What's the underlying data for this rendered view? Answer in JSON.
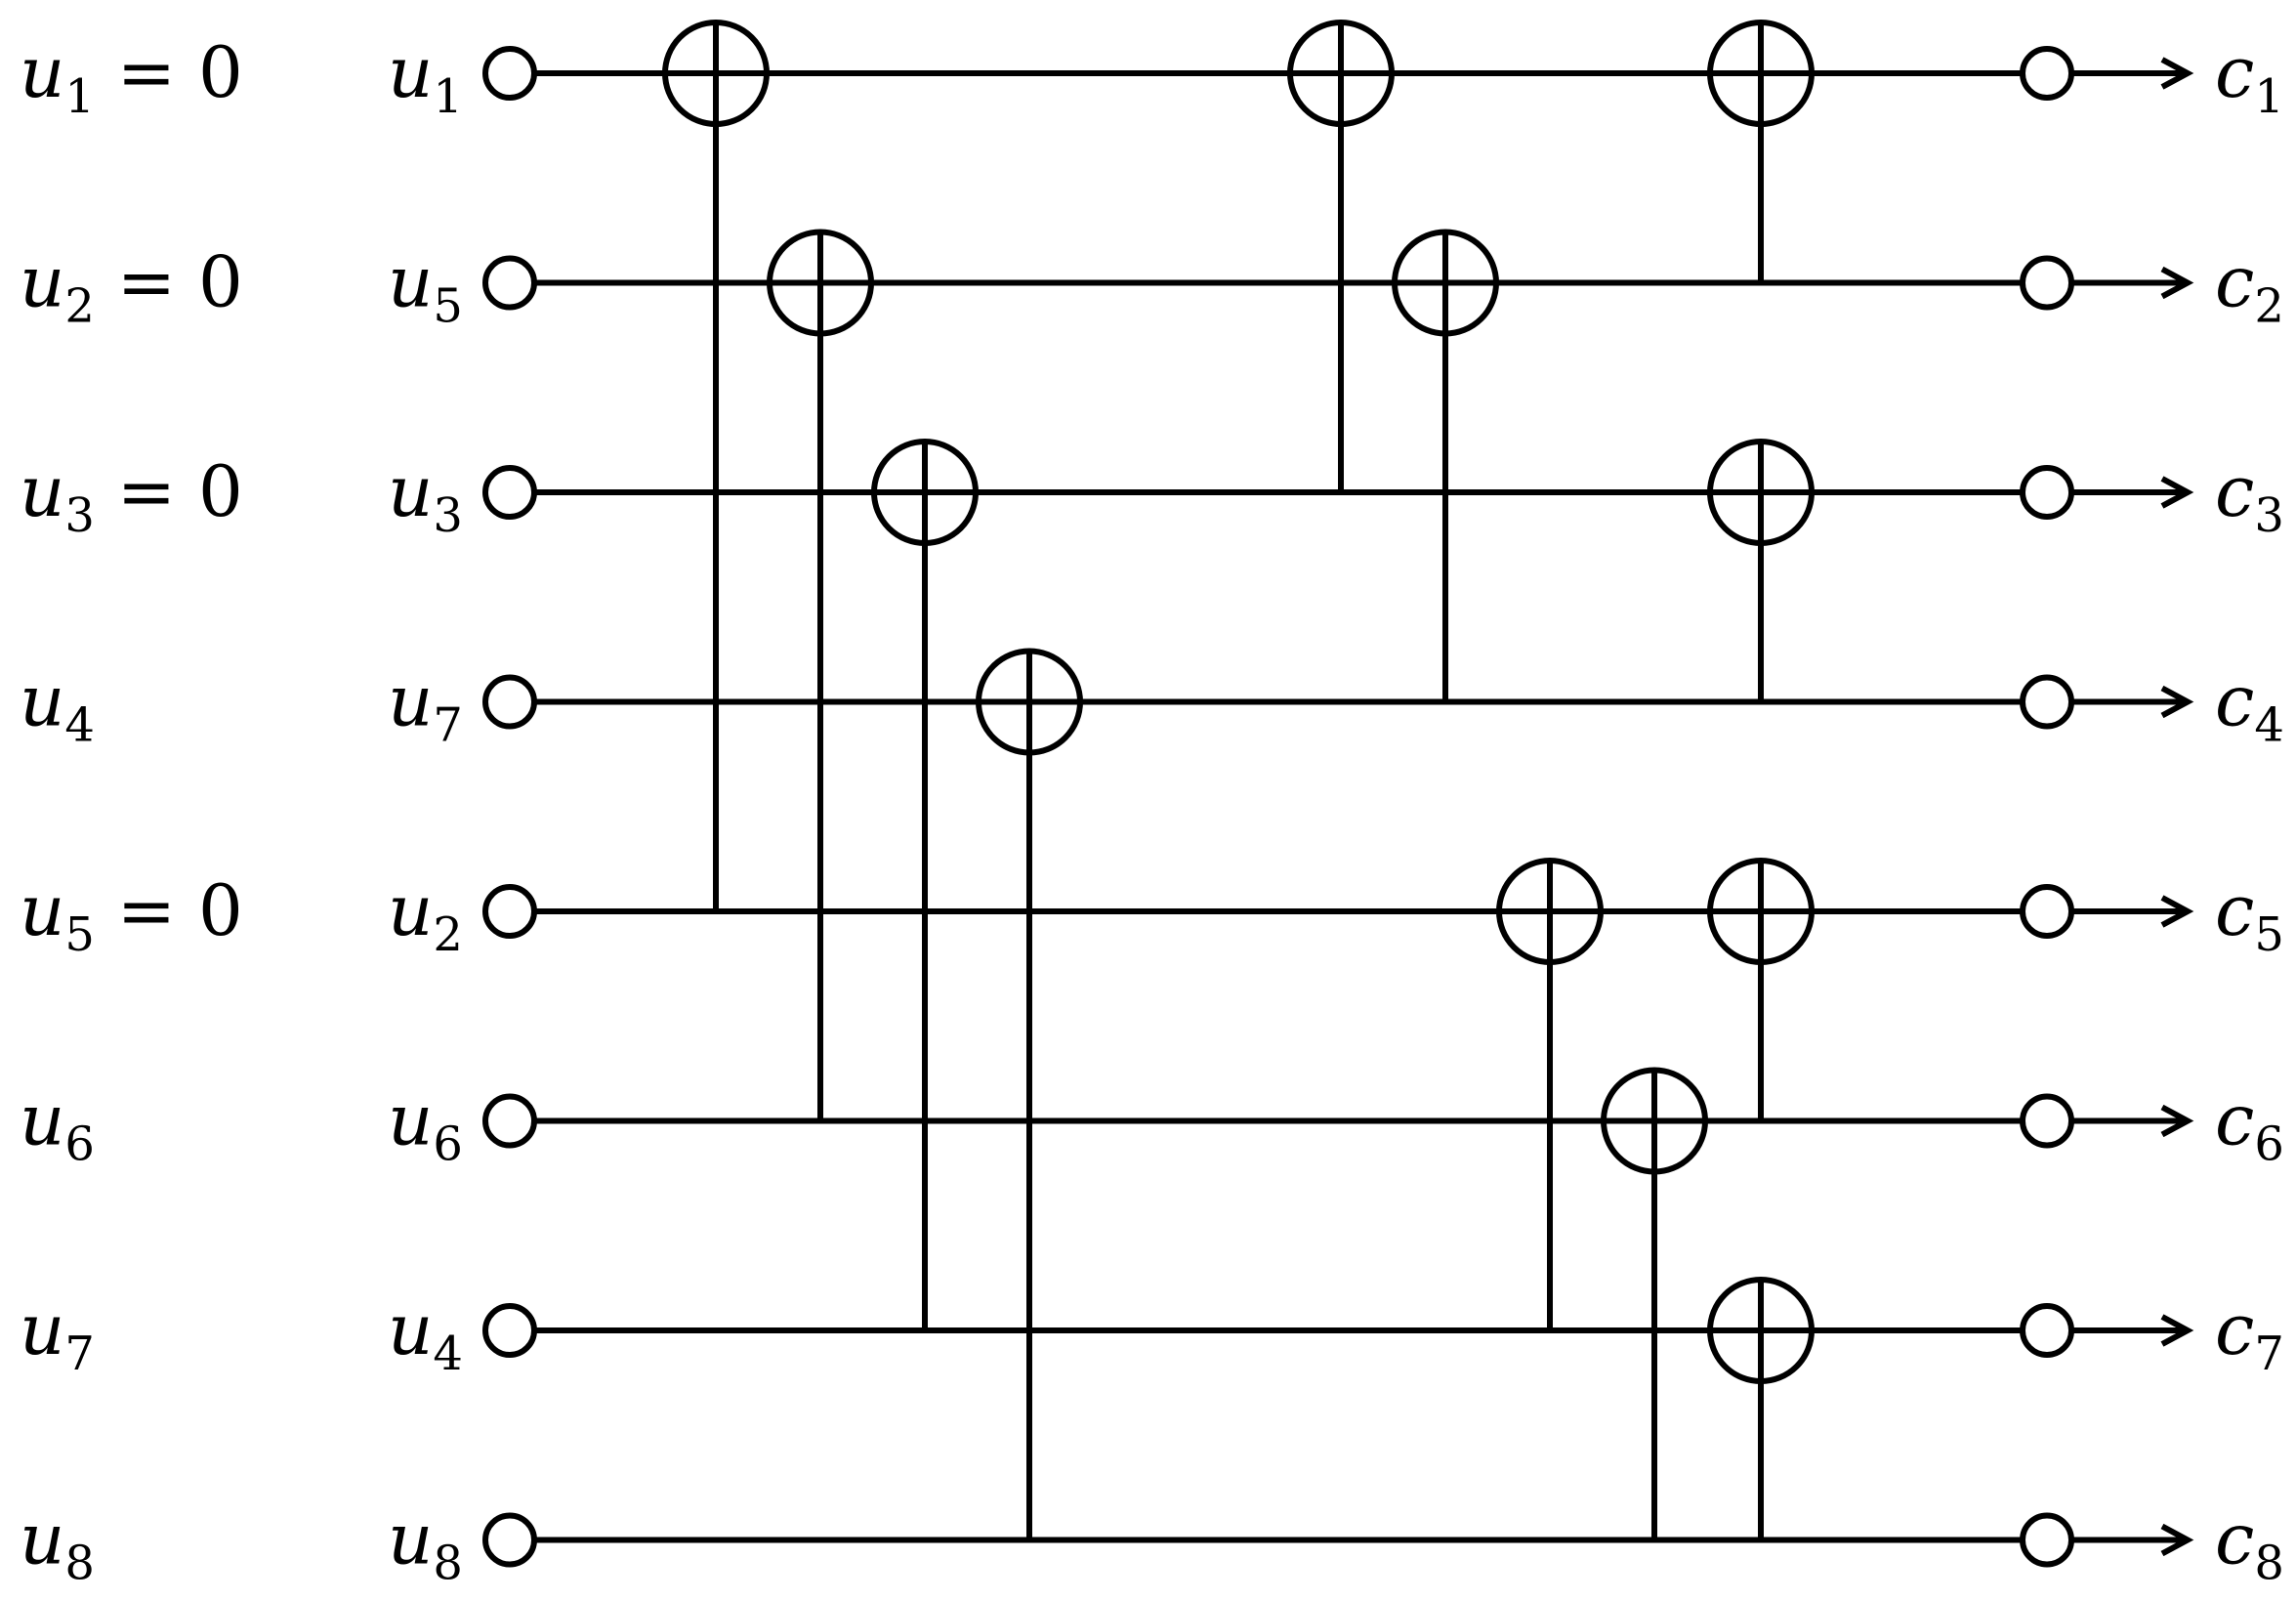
{
  "colors": {
    "ink": "#000000",
    "background": "#ffffff"
  },
  "diagram": {
    "rows": [
      {
        "original": {
          "var": "u",
          "sub": "1",
          "eq": " = 0"
        },
        "input": {
          "var": "u",
          "sub": "1"
        },
        "output": {
          "var": "c",
          "sub": "1"
        }
      },
      {
        "original": {
          "var": "u",
          "sub": "2",
          "eq": " = 0"
        },
        "input": {
          "var": "u",
          "sub": "5"
        },
        "output": {
          "var": "c",
          "sub": "2"
        }
      },
      {
        "original": {
          "var": "u",
          "sub": "3",
          "eq": " = 0"
        },
        "input": {
          "var": "u",
          "sub": "3"
        },
        "output": {
          "var": "c",
          "sub": "3"
        }
      },
      {
        "original": {
          "var": "u",
          "sub": "4",
          "eq": ""
        },
        "input": {
          "var": "u",
          "sub": "7"
        },
        "output": {
          "var": "c",
          "sub": "4"
        }
      },
      {
        "original": {
          "var": "u",
          "sub": "5",
          "eq": " = 0"
        },
        "input": {
          "var": "u",
          "sub": "2"
        },
        "output": {
          "var": "c",
          "sub": "5"
        }
      },
      {
        "original": {
          "var": "u",
          "sub": "6",
          "eq": ""
        },
        "input": {
          "var": "u",
          "sub": "6"
        },
        "output": {
          "var": "c",
          "sub": "6"
        }
      },
      {
        "original": {
          "var": "u",
          "sub": "7",
          "eq": ""
        },
        "input": {
          "var": "u",
          "sub": "4"
        },
        "output": {
          "var": "c",
          "sub": "7"
        }
      },
      {
        "original": {
          "var": "u",
          "sub": "8",
          "eq": ""
        },
        "input": {
          "var": "u",
          "sub": "8"
        },
        "output": {
          "var": "c",
          "sub": "8"
        }
      }
    ],
    "xor_gates": [
      {
        "stage": 1,
        "target_row": 1,
        "control_row": 5
      },
      {
        "stage": 1,
        "target_row": 2,
        "control_row": 6
      },
      {
        "stage": 1,
        "target_row": 3,
        "control_row": 7
      },
      {
        "stage": 1,
        "target_row": 4,
        "control_row": 8
      },
      {
        "stage": 2,
        "target_row": 1,
        "control_row": 3
      },
      {
        "stage": 2,
        "target_row": 2,
        "control_row": 4
      },
      {
        "stage": 2,
        "target_row": 5,
        "control_row": 7
      },
      {
        "stage": 2,
        "target_row": 6,
        "control_row": 8
      },
      {
        "stage": 3,
        "target_row": 1,
        "control_row": 2
      },
      {
        "stage": 3,
        "target_row": 3,
        "control_row": 4
      },
      {
        "stage": 3,
        "target_row": 5,
        "control_row": 6
      },
      {
        "stage": 3,
        "target_row": 7,
        "control_row": 8
      }
    ]
  }
}
